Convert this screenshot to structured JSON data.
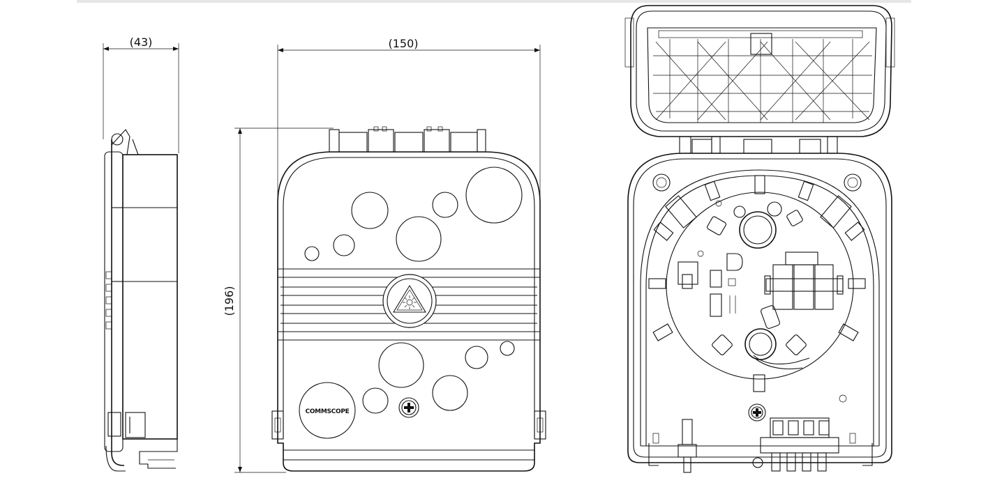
{
  "dimensions": {
    "depth": "(43)",
    "width": "(150)",
    "height": "(196)"
  },
  "brand": {
    "logo_text": "COMMSCOPE"
  },
  "colors": {
    "line": "#111111",
    "background": "#ffffff",
    "top_bar": "#e6e6e6"
  }
}
